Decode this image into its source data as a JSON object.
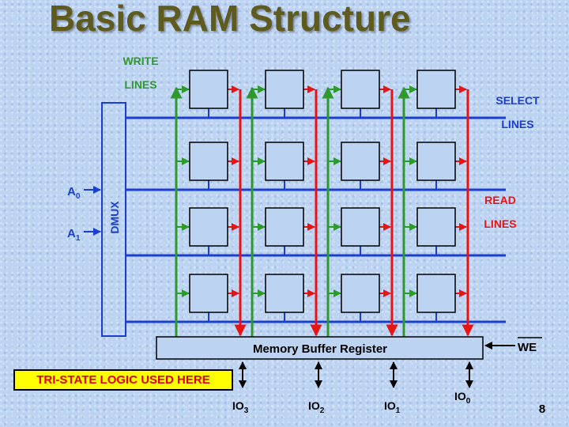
{
  "slide": {
    "title": "Basic RAM Structure",
    "page_number": "8",
    "banner": "TRI-STATE LOGIC USED HERE"
  },
  "labels": {
    "write_lines": [
      "WRITE",
      "LINES"
    ],
    "select_lines": [
      "SELECT",
      "LINES"
    ],
    "read_lines": [
      "READ",
      "LINES"
    ],
    "dmux": "DMUX",
    "address_inputs": [
      {
        "base": "A",
        "sub": "0"
      },
      {
        "base": "A",
        "sub": "1"
      }
    ],
    "mbr": "Memory Buffer Register",
    "we": "WE",
    "io": [
      {
        "base": "IO",
        "sub": "3"
      },
      {
        "base": "IO",
        "sub": "2"
      },
      {
        "base": "IO",
        "sub": "1"
      },
      {
        "base": "IO",
        "sub": "0"
      }
    ]
  },
  "colors": {
    "write": "#2e9a2e",
    "select": "#1a3fd0",
    "read": "#e81414",
    "write_label": "#2e9a2e",
    "select_label": "#1a3fd0",
    "read_label": "#e81414",
    "title": "#5f5a1e"
  },
  "grid": {
    "rows": 4,
    "cols": 4
  }
}
